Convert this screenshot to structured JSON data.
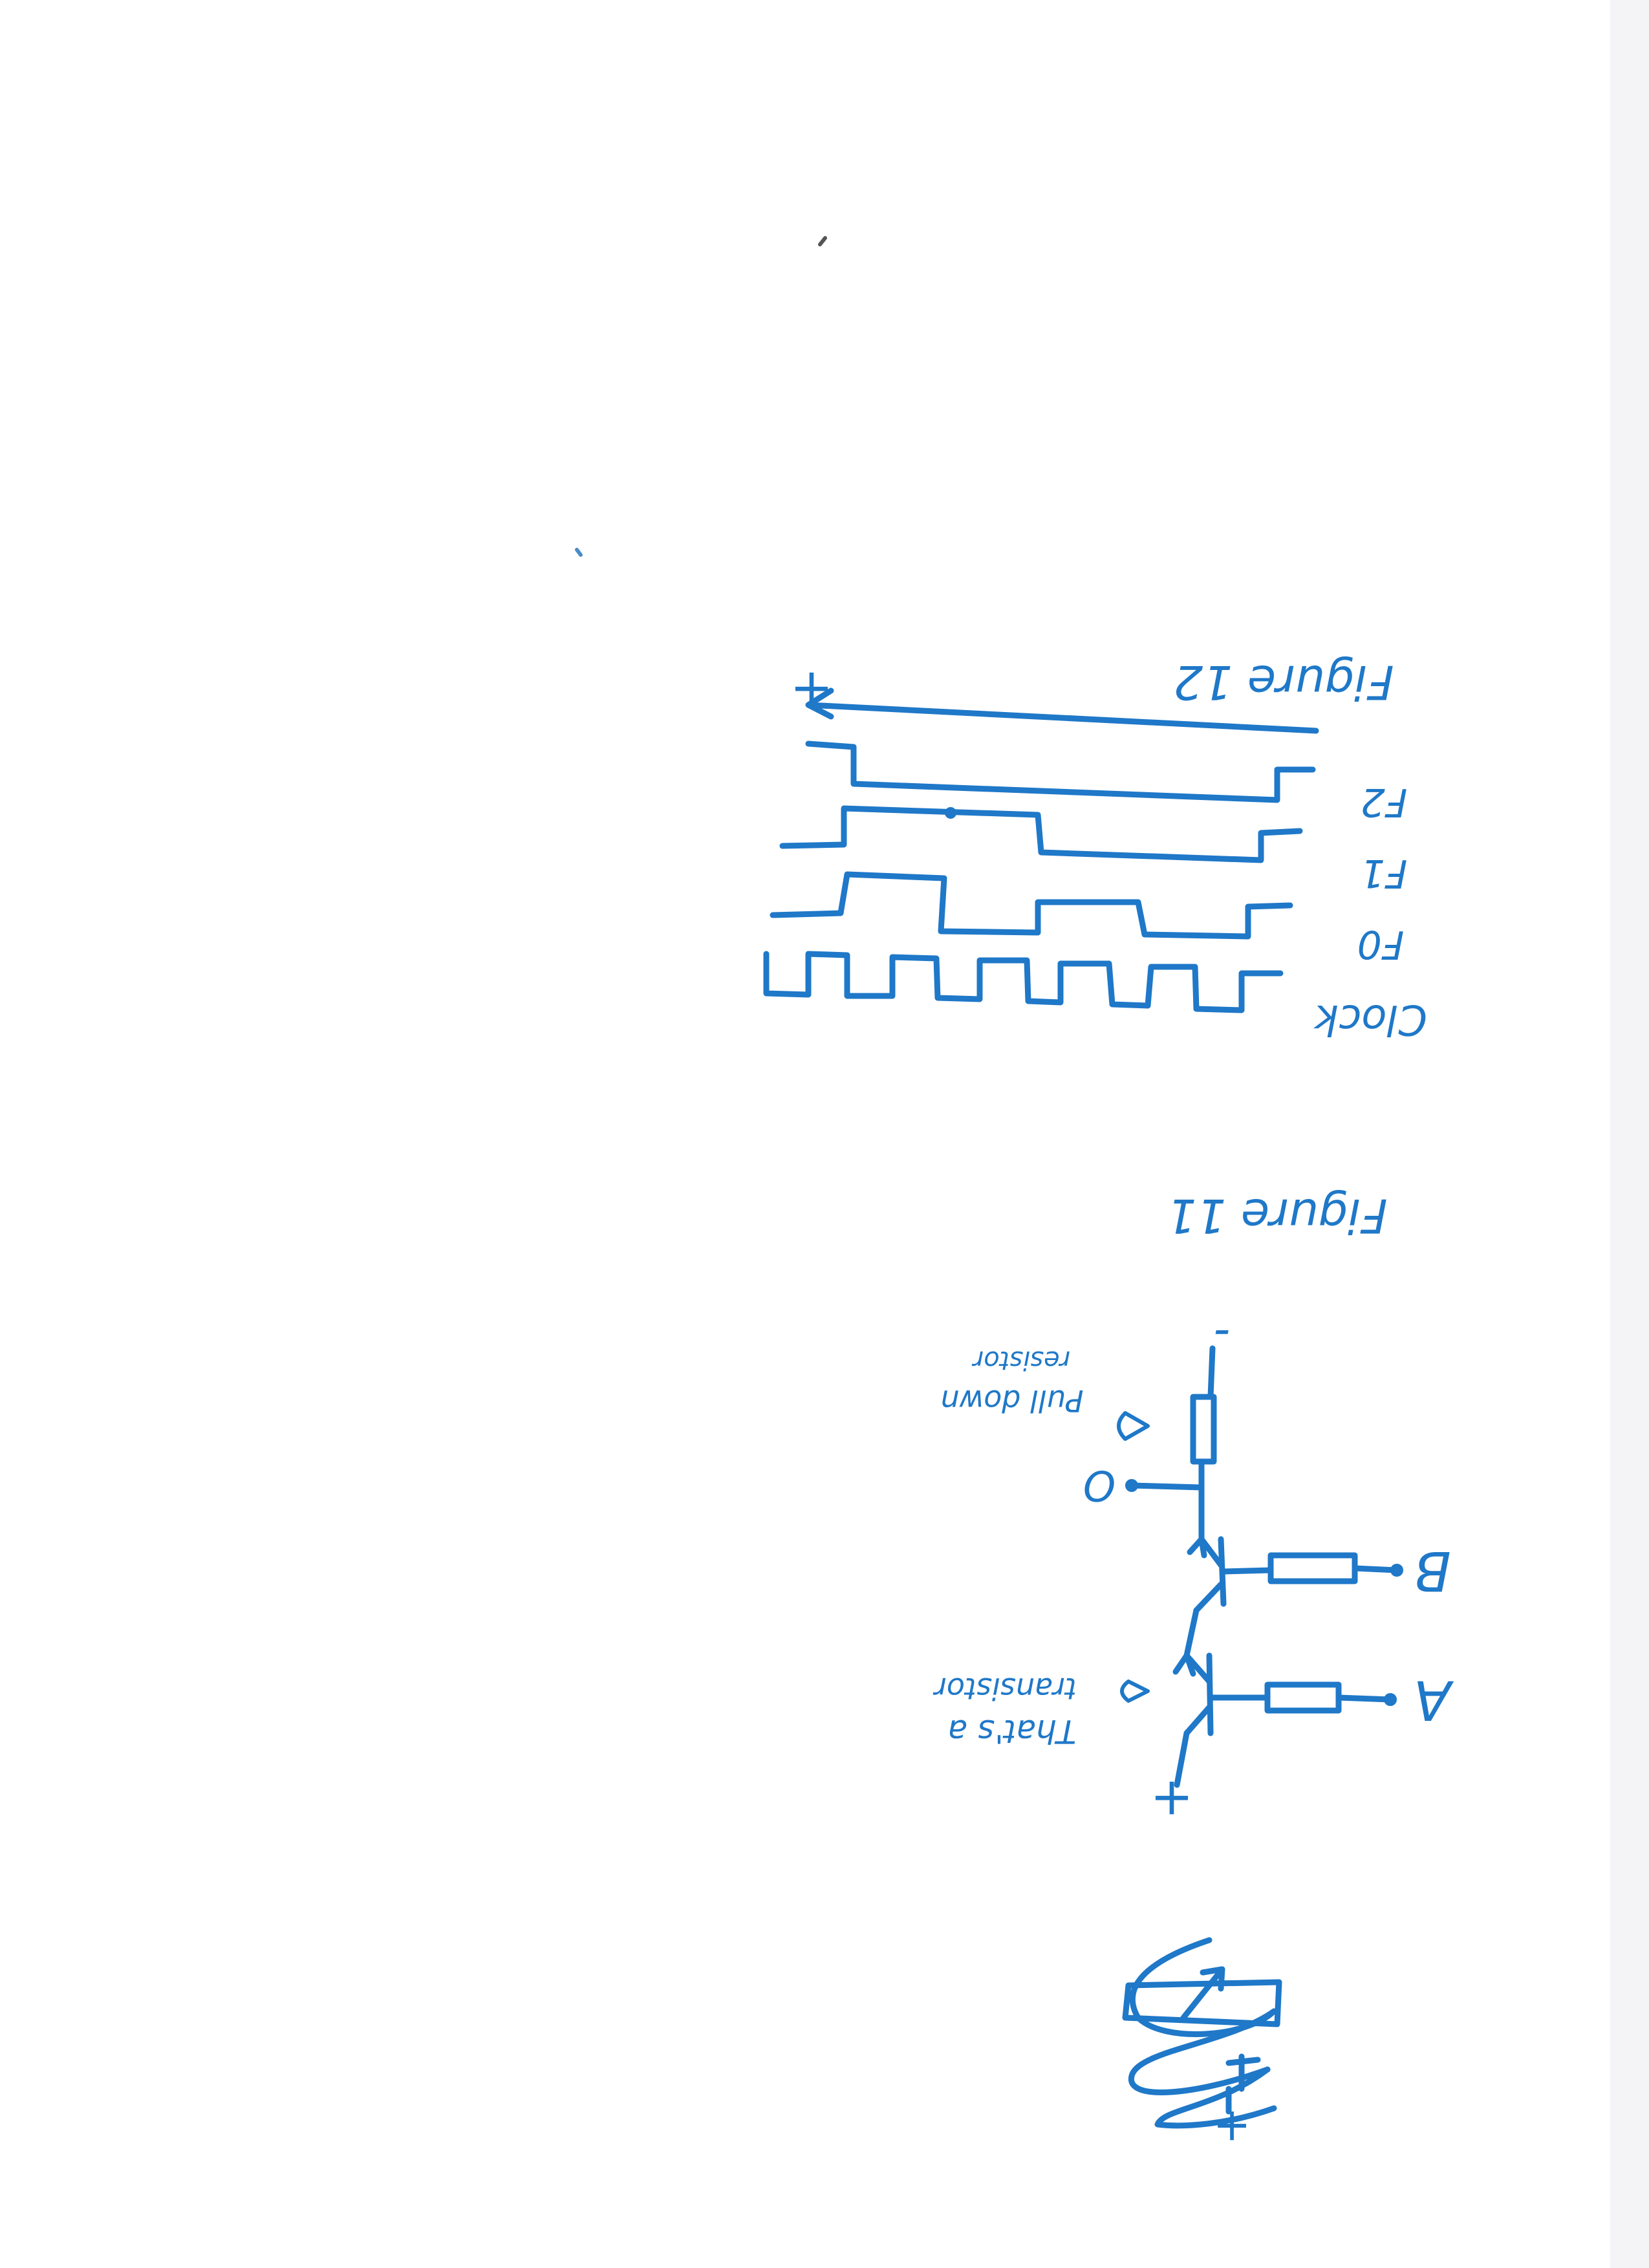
{
  "ink_color": "#1f78c8",
  "figure12": {
    "caption": "Figure 12",
    "signals": [
      "Clock",
      "F0",
      "F1",
      "F2"
    ],
    "plus_label": "+"
  },
  "figure11": {
    "caption": "Figure 11",
    "input_a": "A",
    "input_b": "B",
    "output": "O",
    "plus_label": "+",
    "minus_label": "-",
    "annotation_transistor_line1": "That's a",
    "annotation_transistor_line2": "transistor",
    "annotation_pulldown_line1": "Pull down",
    "annotation_pulldown_line2": "resistor"
  },
  "scribble": {
    "plus_label": "+"
  }
}
